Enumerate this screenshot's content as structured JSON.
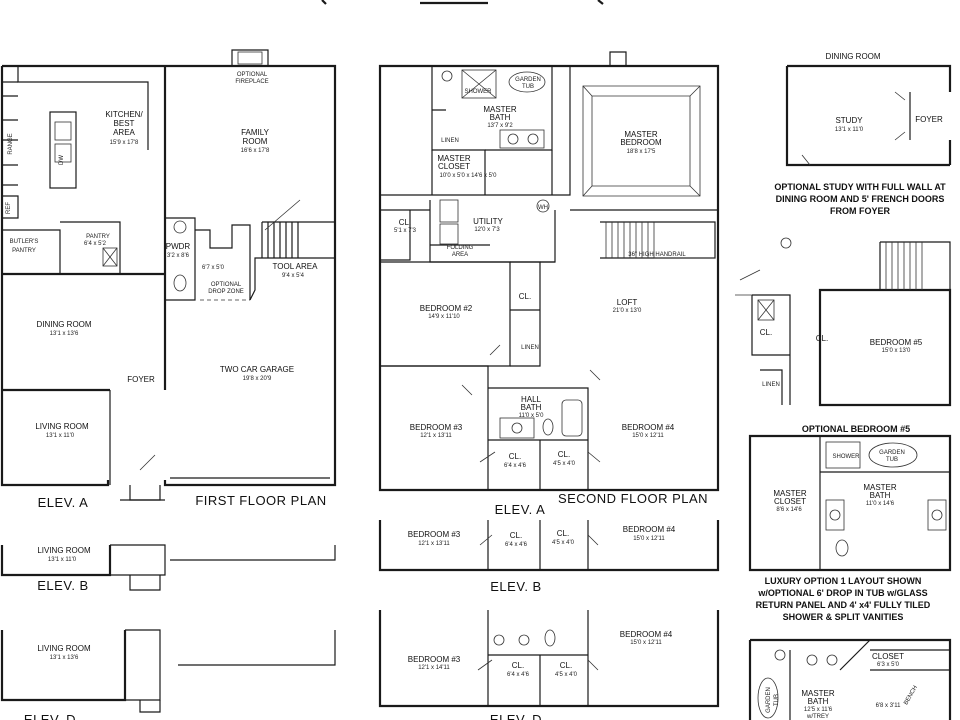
{
  "rooms": {
    "kitchen": {
      "label": "KITCHEN/",
      "label2": "BEST",
      "label3": "AREA",
      "dim": "15'9 x 17'8"
    },
    "family": {
      "label": "FAMILY",
      "label2": "ROOM",
      "dim": "16'6 x 17'8"
    },
    "fireplace": {
      "label": "OPTIONAL",
      "label2": "FIREPLACE"
    },
    "range": {
      "label": "RANGE"
    },
    "refrigerator": {
      "label": "REF"
    },
    "dishwasher": {
      "label": "DW"
    },
    "butlers_pantry": {
      "label": "BUTLER'S",
      "label2": "PANTRY"
    },
    "pantry": {
      "label": "PANTRY",
      "dim": "6'4 x 5'2"
    },
    "powder": {
      "label": "PWDR",
      "dim": "3'2 x 8'6"
    },
    "drop_zone": {
      "label": "OPTIONAL",
      "label2": "DROP ZONE",
      "dim": "6'7 x 5'0"
    },
    "tool_area": {
      "label": "TOOL AREA",
      "dim": "9'4 x 5'4"
    },
    "dining": {
      "label": "DINING ROOM",
      "dim": "13'1 x 13'6"
    },
    "foyer": {
      "label": "FOYER"
    },
    "garage": {
      "label": "TWO CAR GARAGE",
      "dim": "19'8 x 20'9"
    },
    "living": {
      "label": "LIVING ROOM",
      "dim": "13'1 x 11'0"
    },
    "master_bath": {
      "label": "MASTER",
      "label2": "BATH",
      "dim": "13'7 x 9'2"
    },
    "shower": {
      "label": "SHOWER"
    },
    "garden_tub": {
      "label": "GARDEN",
      "label2": "TUB"
    },
    "linen": {
      "label": "LINEN"
    },
    "master_closet": {
      "label": "MASTER",
      "label2": "CLOSET",
      "dim": "10'0 x 5'0 x 14'6 x 5'0"
    },
    "master_bedroom": {
      "label": "MASTER",
      "label2": "BEDROOM",
      "dim": "18'8 x 17'5"
    },
    "wh": {
      "label": "WH"
    },
    "closet_a": {
      "label": "CL.",
      "dim": "5'1 x 7'3"
    },
    "utility": {
      "label": "UTILITY",
      "dim": "12'0 x 7'3"
    },
    "folding": {
      "label": "FOLDING",
      "label2": "AREA"
    },
    "handrail": {
      "label": "36\" HIGH HANDRAIL"
    },
    "bedroom2": {
      "label": "BEDROOM #2",
      "dim": "14'9 x 11'10"
    },
    "loft": {
      "label": "LOFT",
      "dim": "21'0 x 13'0"
    },
    "cl": {
      "label": "CL."
    },
    "linen2": {
      "label": "LINEN"
    },
    "hall_bath": {
      "label": "HALL",
      "label2": "BATH",
      "dim": "11'0 x 5'0"
    },
    "bedroom3": {
      "label": "BEDROOM #3",
      "dim": "12'1 x 13'11"
    },
    "bedroom4": {
      "label": "BEDROOM #4",
      "dim": "15'0 x 12'11"
    },
    "cl_a": {
      "label": "CL.",
      "dim": "6'4 x 4'6"
    },
    "cl_b": {
      "label": "CL.",
      "dim": "4'5 x 4'0"
    },
    "dining_opt": {
      "label": "DINING ROOM"
    },
    "study": {
      "label": "STUDY",
      "dim": "13'1 x 11'0"
    },
    "foyer_opt": {
      "label": "FOYER"
    },
    "bedroom5": {
      "label": "BEDROOM #5",
      "dim": "15'0 x 13'0"
    },
    "linen3": {
      "label": "LINEN"
    },
    "master_closet_lux": {
      "label": "MASTER",
      "label2": "CLOSET",
      "dim": "8'6 x 14'6"
    },
    "master_bath_lux": {
      "label": "MASTER",
      "label2": "BATH",
      "dim": "11'0 x 14'6"
    },
    "closet_c": {
      "label": "CLOSET",
      "dim": "6'3 x 5'0"
    },
    "master_bath_c": {
      "label": "MASTER",
      "label2": "BATH",
      "dim": "12'5 x 11'6"
    },
    "dim_c": {
      "dim": "6'8 x 3'11"
    },
    "living_b": {
      "label": "LIVING ROOM",
      "dim": "13'1 x 11'0"
    },
    "living_d": {
      "label": "LIVING ROOM",
      "dim": "13'1 x 13'6"
    },
    "bedroom3_b": {
      "label": "BEDROOM #3",
      "dim": "12'1 x 13'11"
    },
    "bedroom4_b": {
      "label": "BEDROOM #4",
      "dim": "15'0 x 12'11"
    },
    "cl_b_a": {
      "label": "CL.",
      "dim": "6'4 x 4'6"
    },
    "cl_b_b": {
      "label": "CL.",
      "dim": "4'5 x 4'0"
    },
    "bedroom3_d": {
      "label": "BEDROOM #3",
      "dim": "12'1 x 14'11"
    },
    "bedroom4_d": {
      "label": "BEDROOM #4",
      "dim": "15'0 x 12'11"
    },
    "cl_d_a": {
      "label": "CL.",
      "dim": "6'4 x 4'6"
    },
    "cl_d_b": {
      "label": "CL.",
      "dim": "4'5 x 4'0"
    },
    "tub_d": {
      "label": "GARDEN",
      "label2": "TUB"
    },
    "trey_d": {
      "label": "w/TREY"
    },
    "bench_d": {
      "label": "BENCH"
    }
  },
  "captions": {
    "first_floor": "FIRST FLOOR PLAN",
    "second_floor": "SECOND FLOOR PLAN",
    "elev_a1": "ELEV. A",
    "elev_b1": "ELEV. B",
    "elev_d1": "ELEV. D",
    "elev_a2": "ELEV. A",
    "elev_b2": "ELEV. B",
    "elev_d2": "ELEV. D",
    "study_opt_1": "OPTIONAL STUDY WITH FULL WALL AT",
    "study_opt_2": "DINING ROOM AND 5' FRENCH DOORS",
    "study_opt_3": "FROM FOYER",
    "bedroom5_opt": "OPTIONAL BEDROOM #5",
    "lux_1": "LUXURY OPTION 1 LAYOUT SHOWN",
    "lux_2": "w/OPTIONAL 6' DROP IN TUB w/GLASS",
    "lux_3": "RETURN PANEL AND 4' x4' FULLY TILED",
    "lux_4": "SHOWER & SPLIT VANITIES"
  }
}
